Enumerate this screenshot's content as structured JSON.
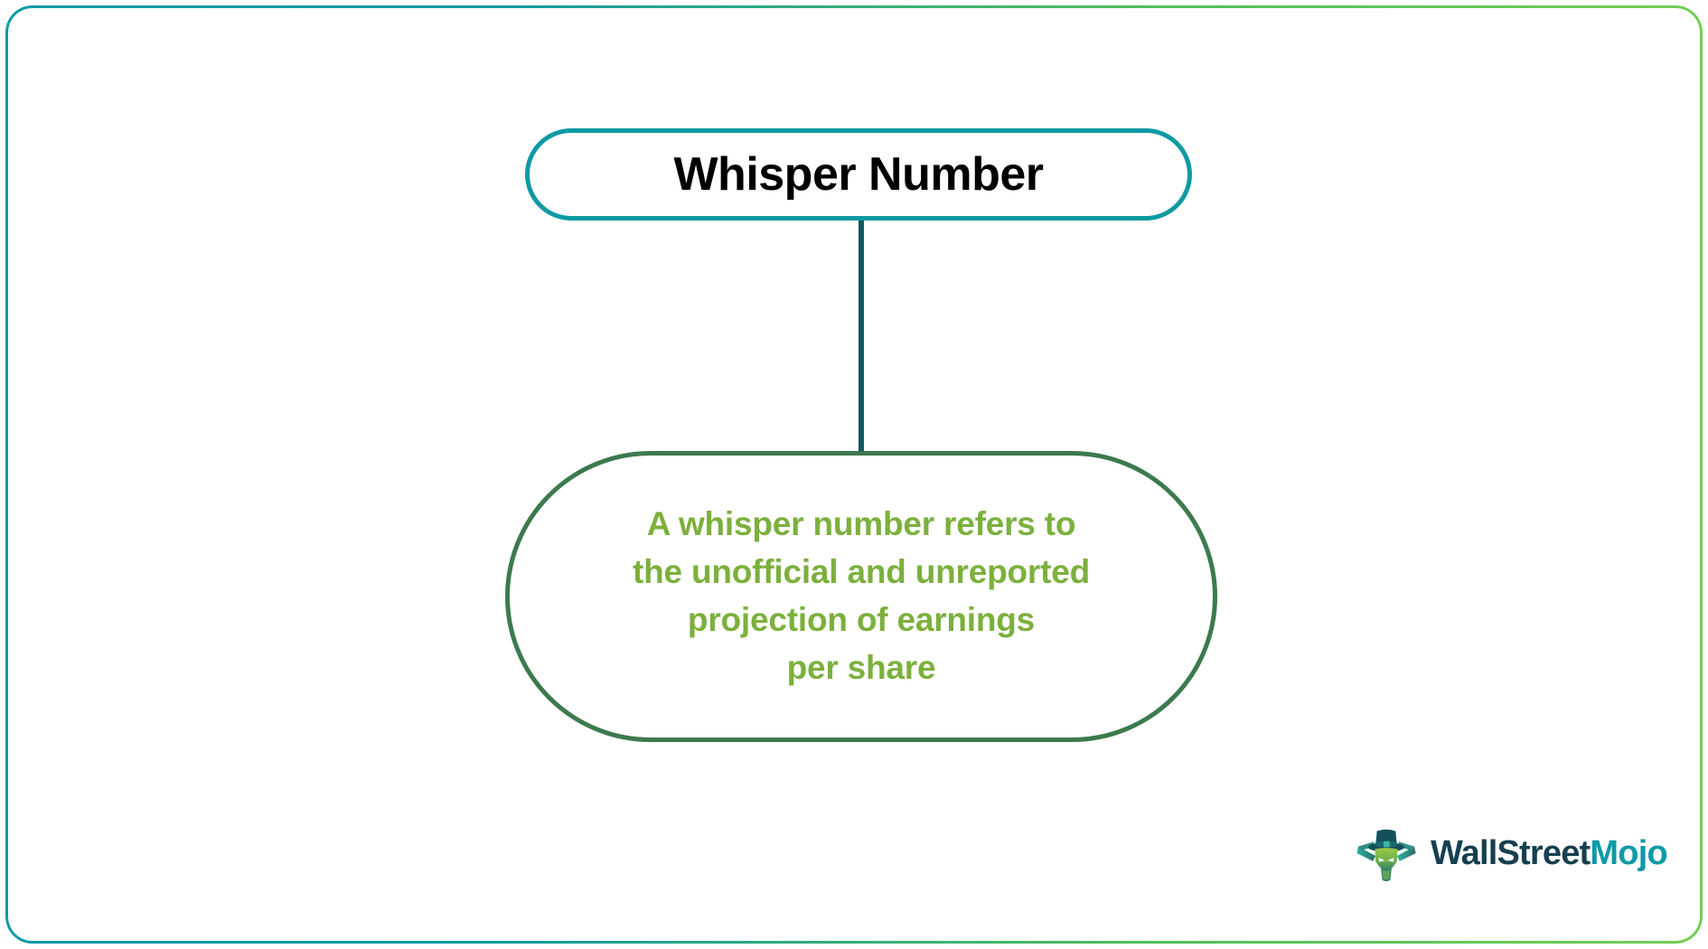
{
  "page": {
    "background": "#ffffff",
    "border_gradient_from": "#0b9aa8",
    "border_gradient_to": "#72ce56"
  },
  "diagram": {
    "type": "concept-flow",
    "title_node": {
      "label": "Whisper Number",
      "border_color": "#0d9aa3",
      "text_color": "#000000"
    },
    "connector": {
      "color": "#12585f"
    },
    "body_node": {
      "lines": [
        "A whisper number refers to",
        "the unofficial and unreported",
        "projection of earnings",
        "per share"
      ],
      "border_color": "#3c7a4e",
      "text_color": "#7cb03d"
    }
  },
  "brand": {
    "name_primary": "WallStreet",
    "name_accent": "Mojo",
    "primary_color": "#173f4f",
    "accent_color": "#0e9aa7",
    "mark": "wallstreetmojo-bull-icon"
  }
}
